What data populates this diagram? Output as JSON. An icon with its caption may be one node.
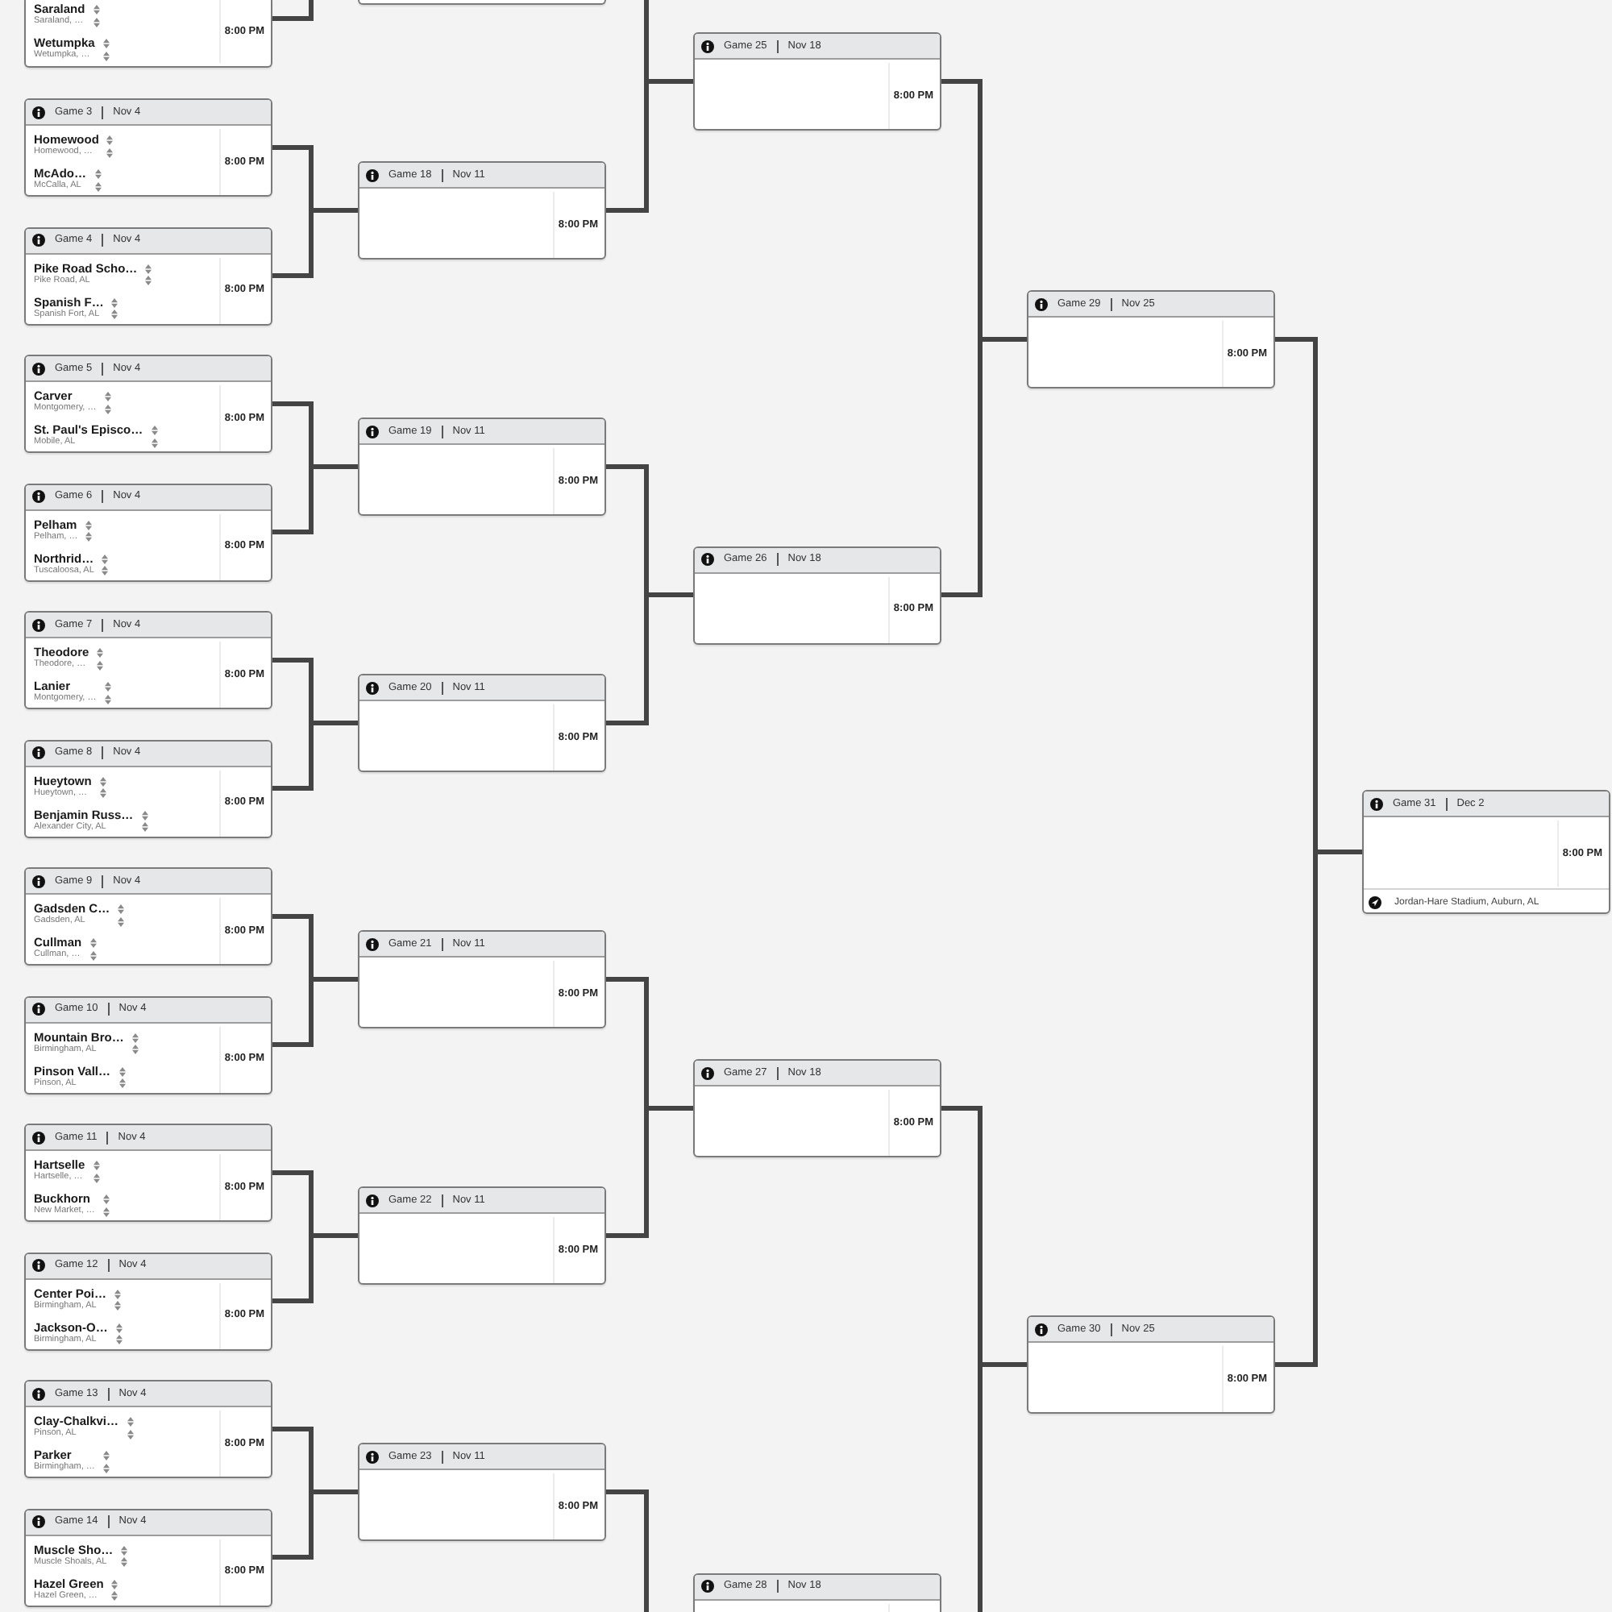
{
  "diagram": {
    "nodes": [
      {
        "text": [
          "Saraland",
          "Saraland, …",
          "Wetumpka",
          "Wetumpka, …",
          "8:00 PM"
        ]
      },
      {
        "text": [
          "Game 3",
          "Nov 4",
          "Homewood",
          "Homewood, …",
          "McAdo…",
          "McCalla, AL",
          "8:00 PM"
        ]
      },
      {
        "text": [
          "Game 4",
          "Nov 4",
          "Pike Road Scho…",
          "Pike Road, AL",
          "Spanish F…",
          "Spanish Fort, AL",
          "8:00 PM"
        ]
      },
      {
        "text": [
          "Game 5",
          "Nov 4",
          "Carver",
          "Montgomery, …",
          "St. Paul's Episco…",
          "Mobile, AL",
          "8:00 PM"
        ]
      },
      {
        "text": [
          "Game 6",
          "Nov 4",
          "Pelham",
          "Pelham, …",
          "Northrid…",
          "Tuscaloosa, AL",
          "8:00 PM"
        ]
      },
      {
        "text": [
          "Game 7",
          "Nov 4",
          "Theodore",
          "Theodore, …",
          "Lanier",
          "Montgomery, …",
          "8:00 PM"
        ]
      },
      {
        "text": [
          "Game 8",
          "Nov 4",
          "Hueytown",
          "Hueytown, …",
          "Benjamin Russ…",
          "Alexander City, AL",
          "8:00 PM"
        ]
      },
      {
        "text": [
          "Game 9",
          "Nov 4",
          "Gadsden C…",
          "Gadsden, AL",
          "Cullman",
          "Cullman, …",
          "8:00 PM"
        ]
      },
      {
        "text": [
          "Game 10",
          "Nov 4",
          "Mountain Bro…",
          "Birmingham, AL",
          "Pinson Vall…",
          "Pinson, AL",
          "8:00 PM"
        ]
      },
      {
        "text": [
          "Game 11",
          "Nov 4",
          "Hartselle",
          "Hartselle, …",
          "Buckhorn",
          "New Market, …",
          "8:00 PM"
        ]
      },
      {
        "text": [
          "Game 12",
          "Nov 4",
          "Center Poi…",
          "Birmingham, AL",
          "Jackson-O…",
          "Birmingham, AL",
          "8:00 PM"
        ]
      },
      {
        "text": [
          "Game 13",
          "Nov 4",
          "Clay-Chalkvi…",
          "Pinson, AL",
          "Parker",
          "Birmingham, …",
          "8:00 PM"
        ]
      },
      {
        "text": [
          "Game 14",
          "Nov 4",
          "Muscle Sho…",
          "Muscle Shoals, AL",
          "Hazel Green",
          "Hazel Green, …",
          "8:00 PM"
        ]
      },
      {
        "text": [],
        "shape": "box"
      },
      {
        "text": [
          "Game 18",
          "Nov 11",
          "8:00 PM"
        ]
      },
      {
        "text": [
          "Game 19",
          "Nov 11",
          "8:00 PM"
        ]
      },
      {
        "text": [
          "Game 20",
          "Nov 11",
          "8:00 PM"
        ]
      },
      {
        "text": [
          "Game 21",
          "Nov 11",
          "8:00 PM"
        ]
      },
      {
        "text": [
          "Game 22",
          "Nov 11",
          "8:00 PM"
        ]
      },
      {
        "text": [
          "Game 23",
          "Nov 11",
          "8:00 PM"
        ]
      },
      {
        "text": [
          "Game 25",
          "Nov 18",
          "8:00 PM"
        ]
      },
      {
        "text": [
          "Game 26",
          "Nov 18",
          "8:00 PM"
        ]
      },
      {
        "text": [
          "Game 27",
          "Nov 18",
          "8:00 PM"
        ]
      },
      {
        "text": [
          "Game 28",
          "Nov 18"
        ]
      },
      {
        "text": [
          "Game 29",
          "Nov 25",
          "8:00 PM"
        ]
      },
      {
        "text": [
          "Game 30",
          "Nov 25",
          "8:00 PM"
        ]
      },
      {
        "text": [
          "Game 31",
          "Dec 2",
          "8:00 PM",
          "Jordan-Hare Stadium, Auburn, AL"
        ]
      }
    ],
    "edges": [
      {
        "from": 0,
        "to": null,
        "arrow": "none"
      },
      {
        "from": 1,
        "to": 14,
        "arrow": "none"
      },
      {
        "from": 2,
        "to": 14,
        "arrow": "none"
      },
      {
        "from": 3,
        "to": 15,
        "arrow": "none"
      },
      {
        "from": 4,
        "to": 15,
        "arrow": "none"
      },
      {
        "from": 5,
        "to": 16,
        "arrow": "none"
      },
      {
        "from": 6,
        "to": 16,
        "arrow": "none"
      },
      {
        "from": 7,
        "to": 17,
        "arrow": "none"
      },
      {
        "from": 8,
        "to": 17,
        "arrow": "none"
      },
      {
        "from": 9,
        "to": 18,
        "arrow": "none"
      },
      {
        "from": 10,
        "to": 18,
        "arrow": "none"
      },
      {
        "from": 11,
        "to": 19,
        "arrow": "none"
      },
      {
        "from": 12,
        "to": 19,
        "arrow": "none"
      },
      {
        "from": null,
        "to": 20,
        "arrow": "none"
      },
      {
        "from": 14,
        "to": 20,
        "arrow": "none"
      },
      {
        "from": 15,
        "to": 21,
        "arrow": "none"
      },
      {
        "from": 16,
        "to": 21,
        "arrow": "none"
      },
      {
        "from": 17,
        "to": 22,
        "arrow": "none"
      },
      {
        "from": 18,
        "to": 22,
        "arrow": "none"
      },
      {
        "from": 19,
        "to": null,
        "arrow": "none"
      },
      {
        "from": 20,
        "to": 24,
        "arrow": "none"
      },
      {
        "from": 21,
        "to": 24,
        "arrow": "none"
      },
      {
        "from": 22,
        "to": 25,
        "arrow": "none"
      },
      {
        "from": null,
        "to": 25,
        "arrow": "none"
      },
      {
        "from": 24,
        "to": 26,
        "arrow": "none"
      },
      {
        "from": 25,
        "to": 26,
        "arrow": "none"
      }
    ]
  }
}
